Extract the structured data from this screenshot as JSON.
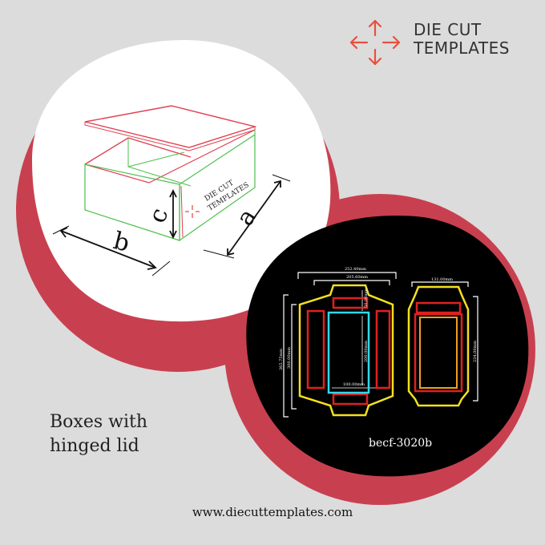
{
  "logo": {
    "line1": "DIE CUT",
    "line2": "TEMPLATES",
    "icon": "four-arrows-outward-icon"
  },
  "box_illustration": {
    "label_a": "a",
    "label_b": "b",
    "label_c": "c",
    "side_logo_line1": "DIE CUT",
    "side_logo_line2": "TEMPLATES"
  },
  "template": {
    "code": "becf-3020b",
    "dim_top_outer": "252.40mm",
    "dim_top_inner": "205.60mm",
    "dim_right_width": "131.00mm",
    "dim_left_outer": "365.75mm",
    "dim_left_inner": "300.00mm",
    "dim_panel_height": "200.00mm",
    "dim_flap": "50.00mm",
    "dim_panel_width": "100.00mm",
    "dim_right_height": "234.00mm"
  },
  "caption": {
    "line1": "Boxes with",
    "line2": "hinged lid"
  },
  "website": "www.diecuttemplates.com",
  "colors": {
    "background": "#dcdcdc",
    "ring": "#c8404f",
    "accent": "#e8503e",
    "cut_line": "#e02020",
    "fold_line": "#f4e020",
    "crease_line": "#30d8e8",
    "dark_panel": "#000000"
  }
}
